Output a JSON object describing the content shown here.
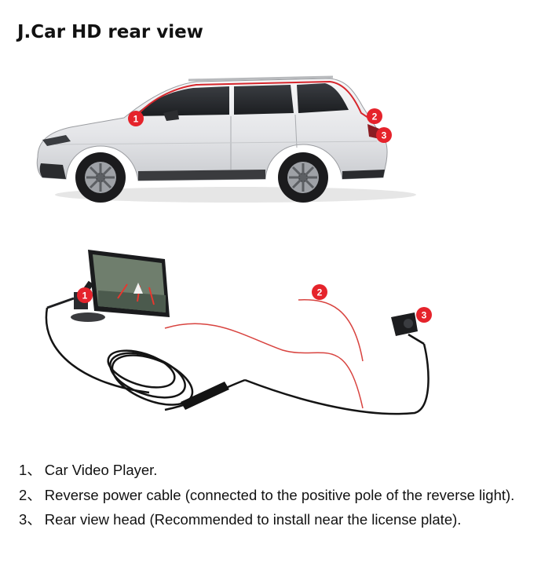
{
  "title": "J.Car HD rear view",
  "car_markers": [
    "1",
    "2",
    "3"
  ],
  "kit_markers": [
    "1",
    "2",
    "3"
  ],
  "notes": [
    {
      "num": "1、",
      "text": "Car Video Player."
    },
    {
      "num": "2、",
      "text": "Reverse power cable (connected to the positive pole of the reverse light)."
    },
    {
      "num": "3、",
      "text": "Rear view head (Recommended to install near the license plate)."
    }
  ],
  "colors": {
    "marker": "#e5232b",
    "cable_red": "#d8433f",
    "cable_black": "#141414",
    "car_body": "#e9eaec"
  }
}
